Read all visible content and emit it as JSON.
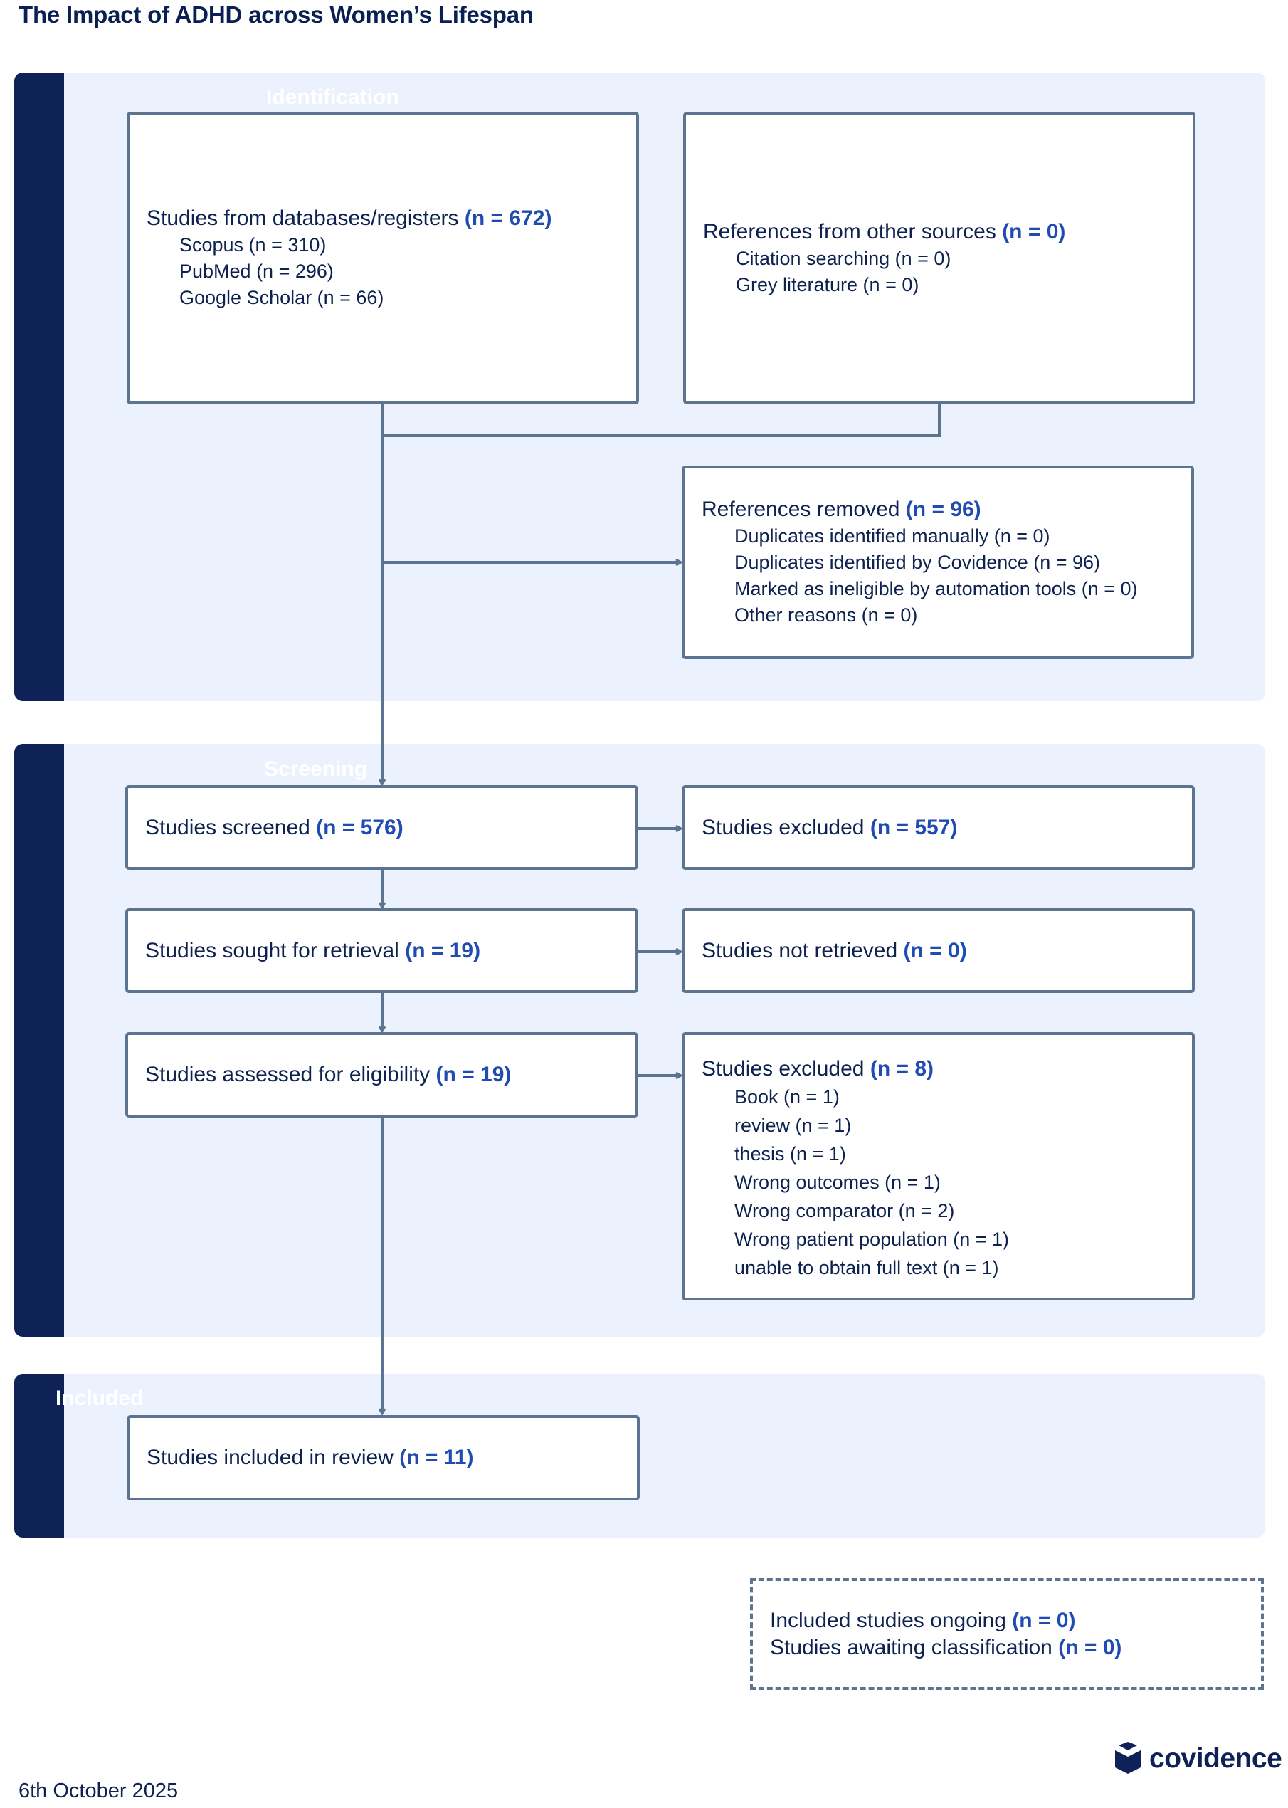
{
  "title": "The Impact of ADHD across Women’s Lifespan",
  "sections": {
    "identification": "Identification",
    "screening": "Screening",
    "included": "Included"
  },
  "boxes": {
    "databases": {
      "label": "Studies from databases/registers",
      "n": "(n = 672)",
      "items": [
        "Scopus (n = 310)",
        "PubMed (n = 296)",
        "Google Scholar (n = 66)"
      ]
    },
    "other_sources": {
      "label": "References from other sources",
      "n": "(n = 0)",
      "items": [
        "Citation searching (n = 0)",
        "Grey literature (n = 0)"
      ]
    },
    "removed": {
      "label": "References removed",
      "n": "(n = 96)",
      "items": [
        "Duplicates identified manually (n = 0)",
        "Duplicates identified by Covidence (n = 96)",
        "Marked as ineligible by automation tools (n = 0)",
        "Other reasons (n = 0)"
      ]
    },
    "screened": {
      "label": "Studies screened",
      "n": "(n = 576)"
    },
    "excluded_screen": {
      "label": "Studies excluded",
      "n": "(n = 557)"
    },
    "sought": {
      "label": "Studies sought for retrieval",
      "n": "(n = 19)"
    },
    "not_retrieved": {
      "label": "Studies not retrieved",
      "n": "(n = 0)"
    },
    "assessed": {
      "label": "Studies assessed for eligibility",
      "n": "(n = 19)"
    },
    "excluded_full": {
      "label": "Studies excluded",
      "n": "(n = 8)",
      "items": [
        "Book (n = 1)",
        "review (n = 1)",
        "thesis (n = 1)",
        "Wrong outcomes (n = 1)",
        "Wrong comparator (n = 2)",
        "Wrong patient population (n = 1)",
        "unable to obtain full text (n = 1)"
      ]
    },
    "included_review": {
      "label": "Studies included in review",
      "n": "(n = 11)"
    },
    "ongoing": {
      "line1_label": "Included studies ongoing",
      "line1_n": "(n = 0)",
      "line2_label": "Studies awaiting classification",
      "line2_n": "(n = 0)"
    }
  },
  "footer": {
    "date": "6th October 2025",
    "logo_text": "covidence",
    "logo_icon": "covidence-logo-icon"
  },
  "colors": {
    "section_bg": "#ebf2fd",
    "section_bar": "#0e2257",
    "box_border": "#5d7491",
    "count_accent": "#1f4bb2",
    "text": "#0e2250"
  }
}
